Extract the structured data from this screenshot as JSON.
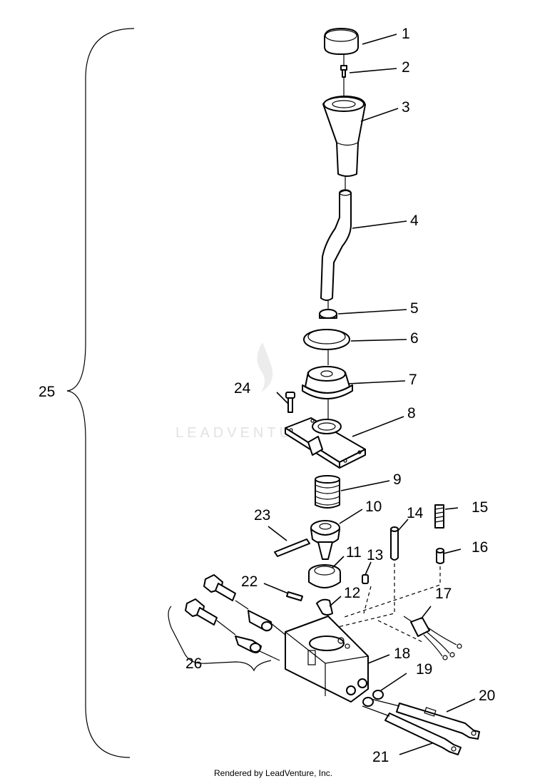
{
  "callouts": {
    "c1": "1",
    "c2": "2",
    "c3": "3",
    "c4": "4",
    "c5": "5",
    "c6": "6",
    "c7": "7",
    "c8": "8",
    "c9": "9",
    "c10": "10",
    "c11": "11",
    "c12": "12",
    "c13": "13",
    "c14": "14",
    "c15": "15",
    "c16": "16",
    "c17": "17",
    "c18": "18",
    "c19": "19",
    "c20": "20",
    "c21": "21",
    "c22": "22",
    "c23": "23",
    "c24": "24",
    "c25": "25",
    "c26": "26"
  },
  "watermark": "LEADVENTURE",
  "footer": "Rendered by LeadVenture, Inc."
}
